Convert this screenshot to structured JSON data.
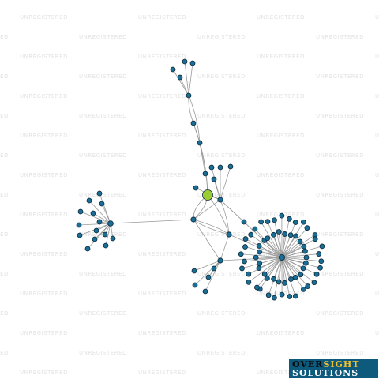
{
  "watermark": {
    "text": "UNREGISTERED"
  },
  "graph": {
    "highlight_color": "#9acd32",
    "node_color": "#1a6e96",
    "edge_color": "#9a9a9a"
  },
  "logo": {
    "line1_dark": "OVER",
    "line1_accent": "SIGHT",
    "line2": "SOLUTIONS",
    "background": "#0e5a7d",
    "accent": "#f2c12e"
  }
}
